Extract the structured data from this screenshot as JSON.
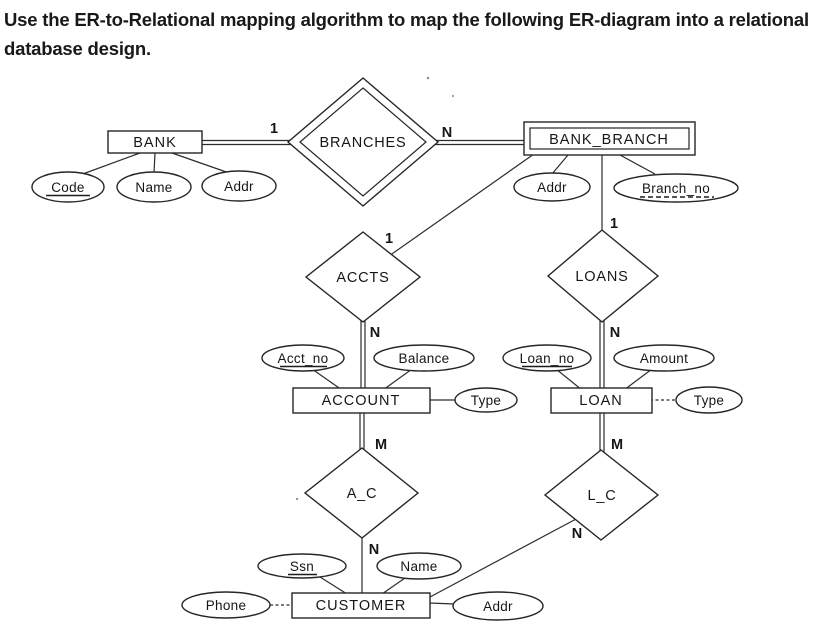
{
  "page": {
    "background": "#ffffff",
    "ink": "#1f1f1f"
  },
  "instruction": {
    "line1": "Use the ER-to-Relational mapping algorithm to map the following ER-diagram into a relational",
    "line2": "database design."
  },
  "diagram": {
    "entities": {
      "bank": {
        "label": "BANK",
        "type": "strong"
      },
      "bank_branch": {
        "label": "BANK_BRANCH",
        "type": "weak"
      },
      "account": {
        "label": "ACCOUNT",
        "type": "strong"
      },
      "loan": {
        "label": "LOAN",
        "type": "strong"
      },
      "customer": {
        "label": "CUSTOMER",
        "type": "strong"
      }
    },
    "relationships": {
      "branches": {
        "label": "BRANCHES",
        "type": "identifying"
      },
      "accts": {
        "label": "ACCTS",
        "type": "regular"
      },
      "loans": {
        "label": "LOANS",
        "type": "regular"
      },
      "a_c": {
        "label": "A_C",
        "type": "regular"
      },
      "l_c": {
        "label": "L_C",
        "type": "regular"
      }
    },
    "attributes": {
      "bank_code": {
        "label": "Code",
        "key": "primary"
      },
      "bank_name": {
        "label": "Name",
        "key": "none"
      },
      "bank_addr": {
        "label": "Addr",
        "key": "none"
      },
      "branch_addr": {
        "label": "Addr",
        "key": "none"
      },
      "branch_no": {
        "label": "Branch_no",
        "key": "partial"
      },
      "acct_no": {
        "label": "Acct_no",
        "key": "primary"
      },
      "balance": {
        "label": "Balance",
        "key": "none"
      },
      "account_type": {
        "label": "Type",
        "key": "none"
      },
      "loan_no": {
        "label": "Loan_no",
        "key": "primary"
      },
      "amount": {
        "label": "Amount",
        "key": "none"
      },
      "loan_type": {
        "label": "Type",
        "key": "none"
      },
      "ssn": {
        "label": "Ssn",
        "key": "primary"
      },
      "customer_name": {
        "label": "Name",
        "key": "none"
      },
      "phone": {
        "label": "Phone",
        "key": "none"
      },
      "customer_addr": {
        "label": "Addr",
        "key": "none"
      }
    },
    "cardinalities": {
      "bank_branches": "1",
      "branches_bank_branch": "N",
      "bank_branch_accts": "1",
      "accts_account": "N",
      "bank_branch_loans": "1",
      "loans_loan": "N",
      "account_a_c": "M",
      "a_c_customer": "N",
      "loan_l_c": "M",
      "l_c_customer": "N"
    }
  }
}
